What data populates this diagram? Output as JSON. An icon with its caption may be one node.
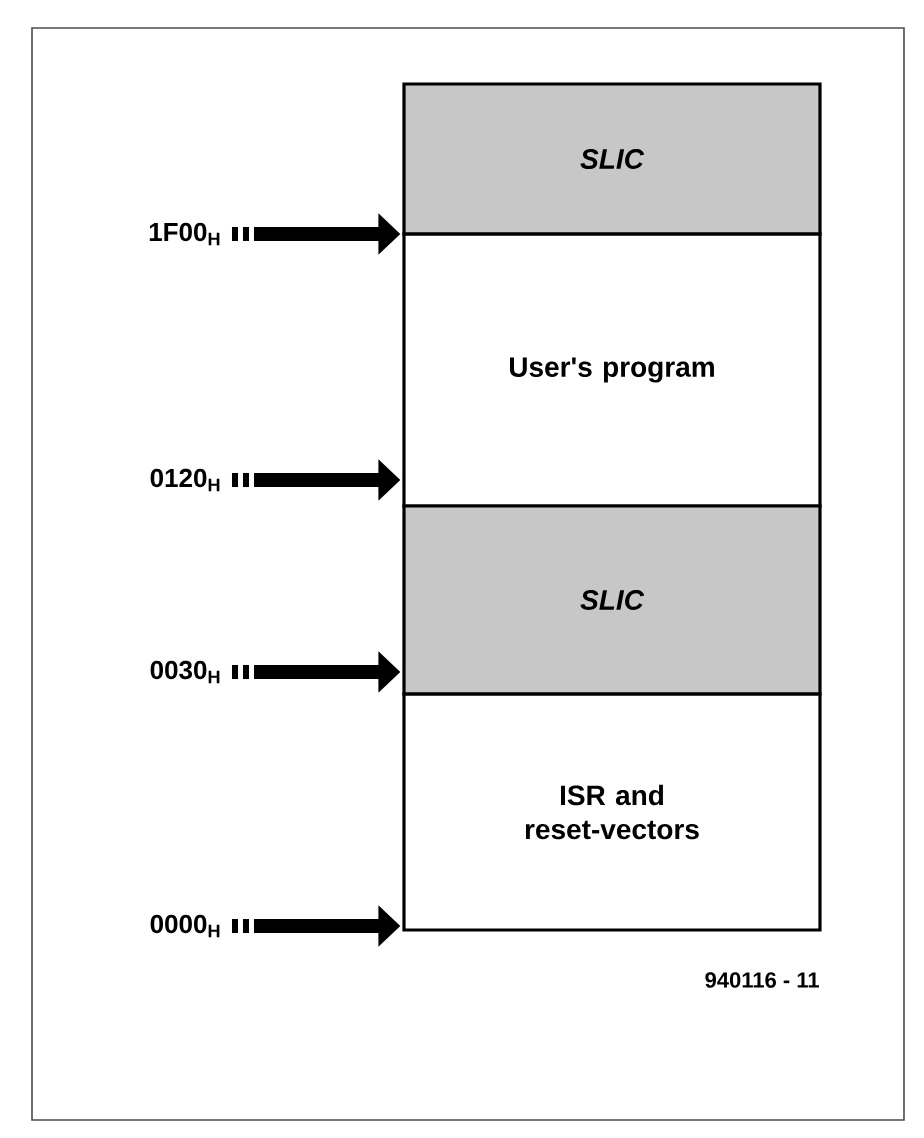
{
  "diagram": {
    "nodes": [
      {
        "text": [
          "SLIC"
        ]
      },
      {
        "text": [
          "User's program"
        ]
      },
      {
        "text": [
          "SLIC"
        ]
      },
      {
        "text": [
          "ISR and reset-vectors"
        ]
      },
      {
        "text": [
          "1F00$_{H}$"
        ]
      },
      {
        "text": [
          "0120$_{H}$"
        ]
      },
      {
        "text": [
          "0030$_{H}$"
        ]
      },
      {
        "text": [
          "0000$_{H}$"
        ]
      }
    ],
    "edges": [
      {
        "from": 4,
        "to": 0,
        "arrow": "to"
      },
      {
        "from": 5,
        "to": 1,
        "arrow": "to"
      },
      {
        "from": 6,
        "to": 2,
        "arrow": "to"
      },
      {
        "from": 7,
        "to": 3,
        "arrow": "to"
      }
    ],
    "labels": [
      "940116 - 11"
    ]
  }
}
